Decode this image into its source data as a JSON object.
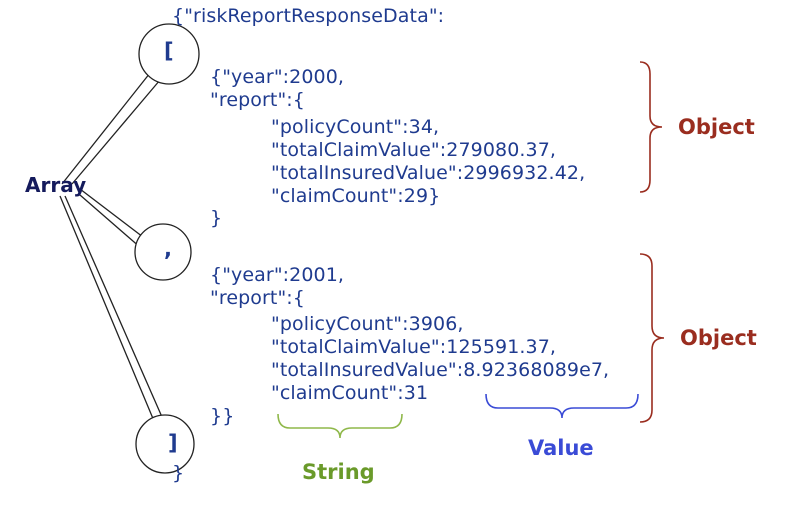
{
  "code": {
    "root_open": "{\"riskReportResponseData\":",
    "array_open": "[",
    "comma": ",",
    "array_close": "]",
    "root_close": "}",
    "objects": [
      {
        "year_line": "{\"year\":2000,",
        "report_line": "\"report\":{",
        "fields": [
          "\"policyCount\":34,",
          "\"totalClaimValue\":279080.37,",
          "\"totalInsuredValue\":2996932.42,",
          "\"claimCount\":29}"
        ],
        "close": "}"
      },
      {
        "year_line": "{\"year\":2001,",
        "report_line": "\"report\":{",
        "fields": [
          "\"policyCount\":3906,",
          "\"totalClaimValue\":125591.37,",
          "\"totalInsuredValue\":8.92368089e7,",
          "\"claimCount\":31"
        ],
        "close": "}}"
      }
    ]
  },
  "labels": {
    "array": "Array",
    "object_1": "Object",
    "object_2": "Object",
    "string": "String",
    "value": "Value"
  },
  "colors": {
    "code": "#1f3b8f",
    "array_label": "#141a5c",
    "object_label": "#9a2d1f",
    "object_brace": "#9a2d1f",
    "string_label": "#6a9a2a",
    "string_brace": "#8fb84a",
    "value_label": "#3a4bd6",
    "value_brace": "#3a4bd6",
    "callout_line": "#222222"
  }
}
